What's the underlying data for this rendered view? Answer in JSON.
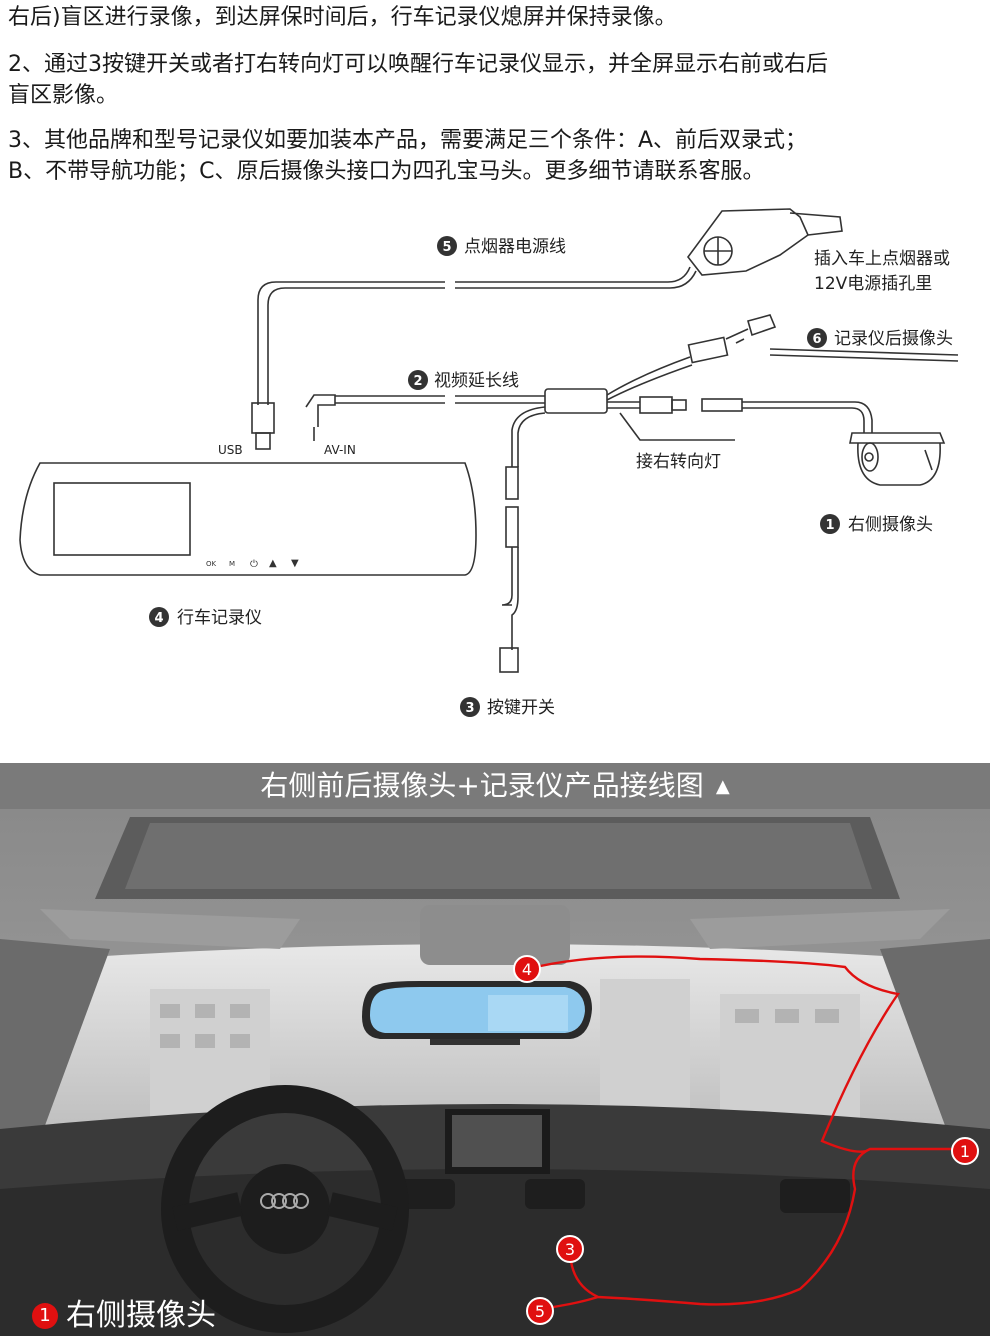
{
  "notes": [
    {
      "lines": [
        "右后)盲区进行录像，到达屏保时间后，行车记录仪熄屏并保持录像。"
      ]
    },
    {
      "lines": [
        "2、通过3按键开关或者打右转向灯可以唤醒行车记录仪显示，并全屏显示右前或右后",
        "    盲区影像。"
      ]
    },
    {
      "lines": [
        "3、其他品牌和型号记录仪如要加装本产品，需要满足三个条件：A、前后双录式；",
        "    B、不带导航功能；C、原后摄像头接口为四孔宝马头。更多细节请联系客服。"
      ]
    }
  ],
  "diagram": {
    "power_cable": {
      "num": "5",
      "label": "点烟器电源线"
    },
    "plug_note_1": "插入车上点烟器或",
    "plug_note_2": "12V电源插孔里",
    "rear_cam": {
      "num": "6",
      "label": "记录仪后摄像头"
    },
    "ext_cable": {
      "num": "2",
      "label": "视频延长线"
    },
    "turn_signal": "接右转向灯",
    "right_cam": {
      "num": "1",
      "label": "右侧摄像头"
    },
    "recorder": {
      "num": "4",
      "label": "行车记录仪"
    },
    "button_switch": {
      "num": "3",
      "label": "按键开关"
    },
    "usb_label": "USB",
    "avin_label": "AV-IN",
    "recorder_buttons": {
      "ok": "OK",
      "m": "M"
    }
  },
  "band": {
    "title": "右侧前后摄像头+记录仪产品接线图",
    "arrow": "▲"
  },
  "photo": {
    "markers": [
      "4",
      "1",
      "3",
      "5"
    ],
    "caption_num": "1",
    "caption": "右侧摄像头"
  }
}
